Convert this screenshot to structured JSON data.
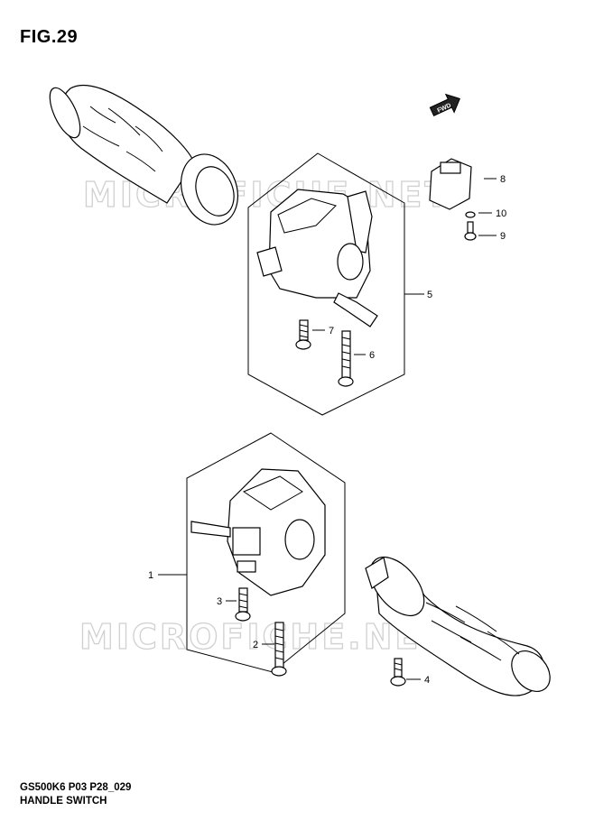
{
  "figure": {
    "title": "FIG.29",
    "code": "GS500K6 P03 P28_029",
    "name": "HANDLE SWITCH",
    "watermark": "MICROFICHE.NET",
    "fwd_label": "FWD"
  },
  "callouts": [
    {
      "id": "c1",
      "label": "1"
    },
    {
      "id": "c2",
      "label": "2"
    },
    {
      "id": "c3",
      "label": "3"
    },
    {
      "id": "c4",
      "label": "4"
    },
    {
      "id": "c5",
      "label": "5"
    },
    {
      "id": "c6",
      "label": "6"
    },
    {
      "id": "c7",
      "label": "7"
    },
    {
      "id": "c8",
      "label": "8"
    },
    {
      "id": "c9",
      "label": "9"
    },
    {
      "id": "c10",
      "label": "10"
    }
  ]
}
